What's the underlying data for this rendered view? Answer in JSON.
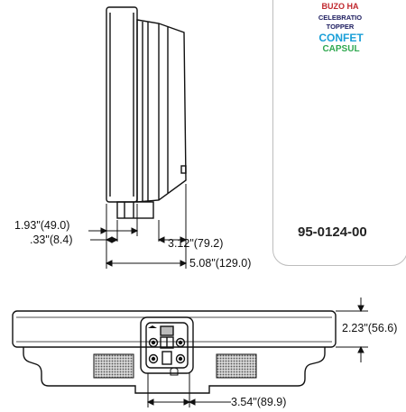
{
  "product": {
    "part_number": "95-0124-00",
    "label_lines": [
      "BUZO HA",
      "CELEBRATIO",
      "TOPPER",
      "CONFET",
      "CAPSUL"
    ]
  },
  "side_view": {
    "dims": {
      "width_a": "1.93\"(49.0)",
      "width_b": ".33\"(8.4)",
      "width_c": "3.12\"(79.2)",
      "width_total": "5.08\"(129.0)"
    }
  },
  "front_view": {
    "dims": {
      "height": "2.23\"(56.6)",
      "width": "3.54\"(89.9)"
    }
  },
  "colors": {
    "line": "#111111",
    "card_border": "#bdbdbd",
    "can_black": "#151515"
  }
}
